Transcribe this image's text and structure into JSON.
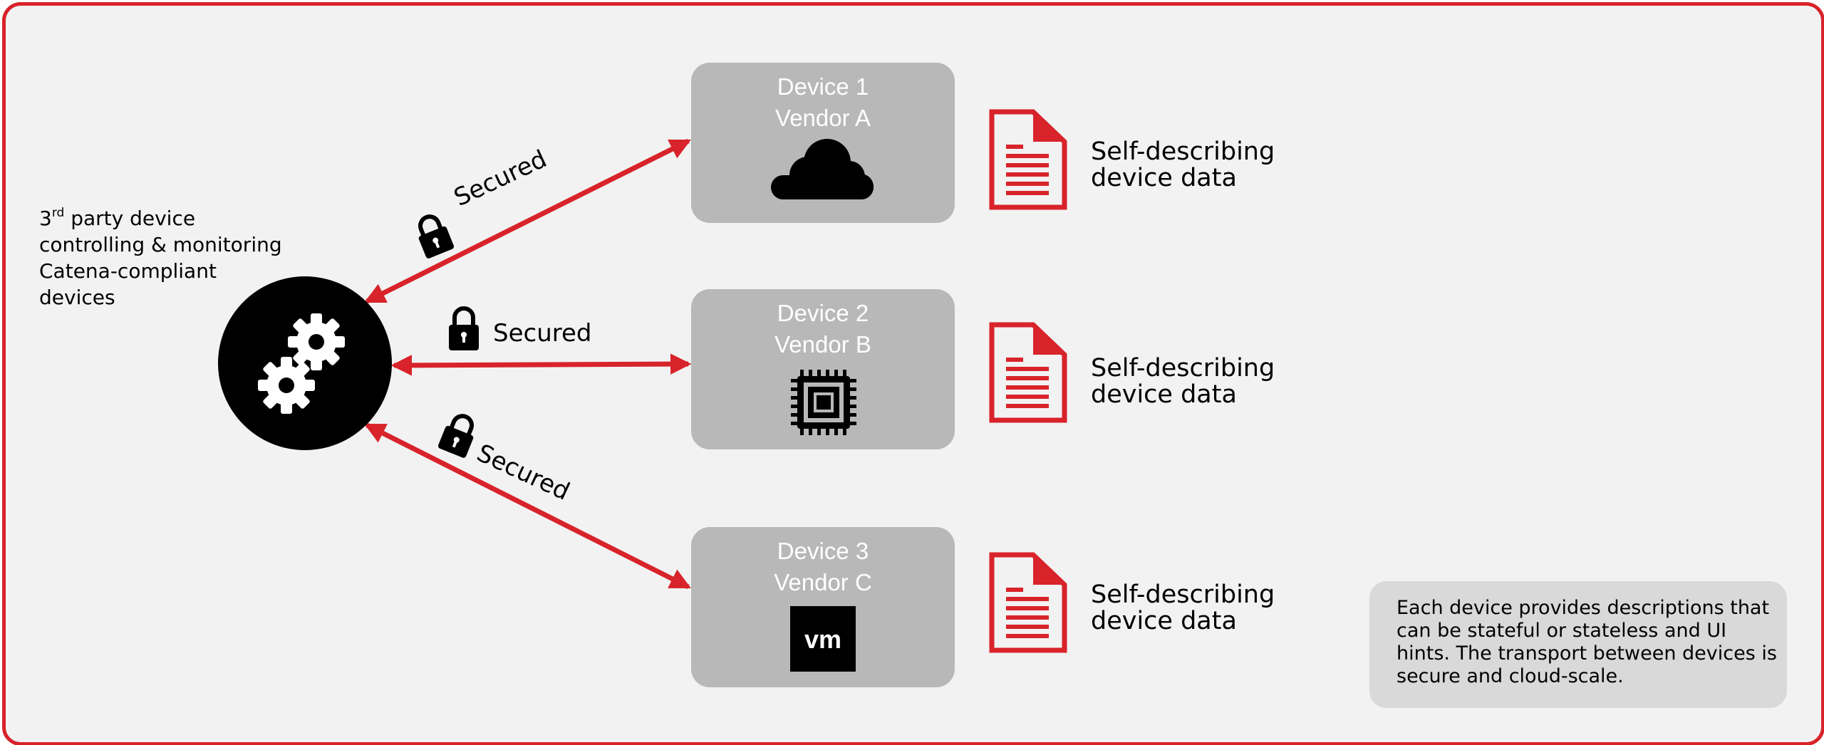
{
  "controller": {
    "label_line1_prefix": "3",
    "label_line1_sup": "rd",
    "label_line1_suffix": " party device",
    "label_line2": "controlling & monitoring",
    "label_line3": "Catena-compliant",
    "label_line4": "devices",
    "icon": "gears-icon"
  },
  "links": [
    {
      "label": "Secured",
      "icon": "lock-icon"
    },
    {
      "label": "Secured",
      "icon": "lock-icon"
    },
    {
      "label": "Secured",
      "icon": "lock-icon"
    }
  ],
  "devices": [
    {
      "name": "Device 1",
      "vendor": "Vendor A",
      "icon": "cloud-icon"
    },
    {
      "name": "Device 2",
      "vendor": "Vendor B",
      "icon": "chip-icon"
    },
    {
      "name": "Device 3",
      "vendor": "Vendor C",
      "icon": "vm-icon",
      "icon_text": "vm"
    }
  ],
  "descriptions": [
    {
      "line1": "Self-describing",
      "line2": "device data",
      "icon": "document-icon"
    },
    {
      "line1": "Self-describing",
      "line2": "device data",
      "icon": "document-icon"
    },
    {
      "line1": "Self-describing",
      "line2": "device data",
      "icon": "document-icon"
    }
  ],
  "note": {
    "text": "Each device provides descriptions that can be stateful or stateless and UI hints. The transport between devices is secure and cloud-scale."
  },
  "colors": {
    "accent": "#d8232a",
    "device_box": "#b8b8b8",
    "background": "#f2f2f2",
    "note_box": "#d9d9d9"
  }
}
